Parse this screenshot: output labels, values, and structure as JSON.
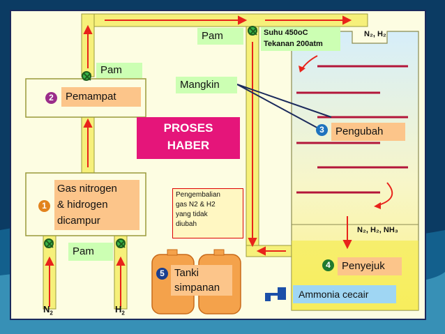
{
  "title": {
    "line1": "PROSES",
    "line2": "HABER"
  },
  "labels": {
    "pam_top": "Pam",
    "pam_left": "Pam",
    "pam_bottom": "Pam",
    "mangkin": "Mangkin",
    "suhu_line1": "Suhu 450oC",
    "suhu_line2": "Tekanan 200atm",
    "pengembalian": [
      "Pengembalian",
      "gas N2 & H2",
      "yang tidak",
      "diubah"
    ],
    "gas_inputs": {
      "n2": "N",
      "n2_sub": "2",
      "h2": "H",
      "h2_sub": "2"
    },
    "top_right_gas": "N₂, H₂",
    "mid_right_gas": "N₂, H₂, NH₃",
    "ammonia": "Ammonia cecair"
  },
  "steps": [
    {
      "num": "1",
      "text": [
        "Gas nitrogen",
        "& hidrogen",
        "dicampur"
      ],
      "color": "#e2831e"
    },
    {
      "num": "2",
      "text": [
        "Pemampat"
      ],
      "color": "#9b2d8a"
    },
    {
      "num": "3",
      "text": [
        "Pengubah"
      ],
      "color": "#1e73be"
    },
    {
      "num": "4",
      "text": [
        "Penyejuk"
      ],
      "color": "#1f7a2e"
    },
    {
      "num": "5",
      "text": [
        "Tanki",
        "simpanan"
      ],
      "color": "#1b3f8f"
    }
  ],
  "colors": {
    "pipe_yellow": "#f6f07a",
    "arrow_red": "#e8231b",
    "title_bg": "#e5157a"
  }
}
